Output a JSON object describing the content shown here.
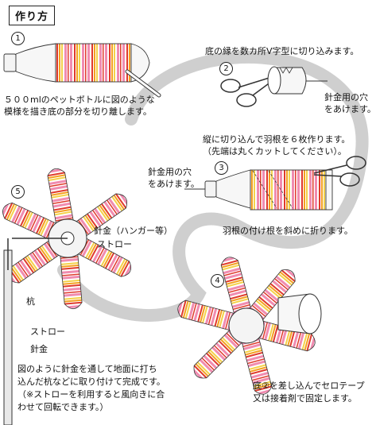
{
  "title": "作り方",
  "steps": [
    {
      "num": "1",
      "lines": [
        "５００mlのペットボトルに図のような",
        "模様を描き底の部分を切り離します。"
      ]
    },
    {
      "num": "2",
      "lines": [
        "底の縁を数カ所V字型に切り込みます。"
      ],
      "note_lines": [
        "針金用の穴",
        "をあけます。"
      ]
    },
    {
      "num": "3",
      "lines": [
        "縦に切り込んで羽根を６枚作ります。",
        "（先端は丸くカットしてください）。"
      ],
      "note_lines": [
        "針金用の穴",
        "をあけます。"
      ],
      "fold_text": "羽根の付け根を斜めに折ります。"
    },
    {
      "num": "4",
      "lines": [
        "底②を差し込んでセロテープ",
        "又は接着剤で固定します。"
      ]
    },
    {
      "num": "5",
      "labels": {
        "wire_hanger": "針金（ハンガー等）",
        "straw_top": "ストロー",
        "stake": "杭",
        "straw_bottom": "ストロー",
        "wire": "針金"
      },
      "lines": [
        "図のように針金を通して地面に打ち",
        "込んだ杭などに取り付けて完成です。",
        "（※ストローを利用すると風向きに合",
        "わせて回転できます。）"
      ]
    }
  ],
  "colors": {
    "pink": "#f08cb0",
    "red": "#e03a2c",
    "orange": "#f4a020",
    "yellow": "#f4d24a",
    "arrow": "#c8c8c8"
  }
}
